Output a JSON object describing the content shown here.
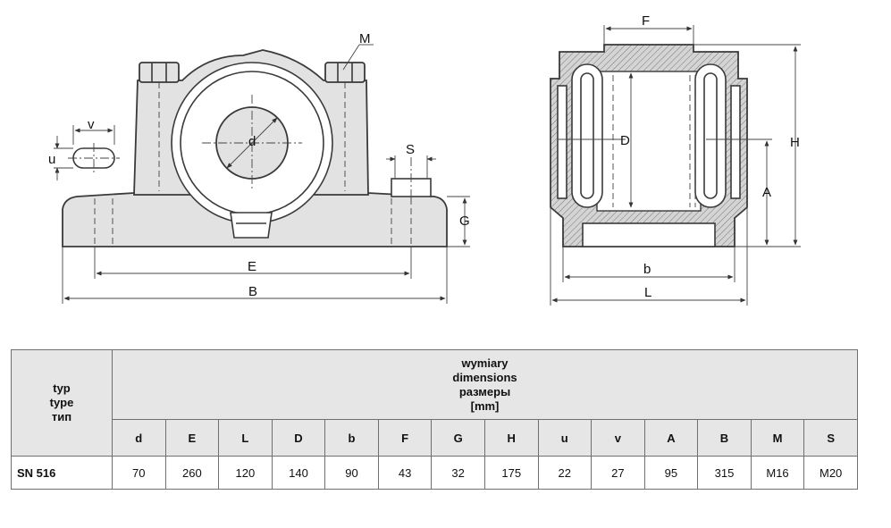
{
  "drawing": {
    "front_view_labels": {
      "v": "v",
      "u": "u",
      "d": "d",
      "M": "M",
      "S": "S",
      "G": "G",
      "E": "E",
      "B": "B"
    },
    "side_view_labels": {
      "F": "F",
      "D": "D",
      "H": "H",
      "A": "A",
      "b": "b",
      "L": "L"
    }
  },
  "table": {
    "type_header_lines": [
      "typ",
      "type",
      "тип"
    ],
    "dimensions_header_lines": [
      "wymiary",
      "dimensions",
      "размеры",
      "[mm]"
    ],
    "columns": [
      "d",
      "E",
      "L",
      "D",
      "b",
      "F",
      "G",
      "H",
      "u",
      "v",
      "A",
      "B",
      "M",
      "S"
    ],
    "rows": [
      {
        "type": "SN 516",
        "values": [
          "70",
          "260",
          "120",
          "140",
          "90",
          "43",
          "32",
          "175",
          "22",
          "27",
          "95",
          "315",
          "M16",
          "M20"
        ]
      }
    ]
  }
}
